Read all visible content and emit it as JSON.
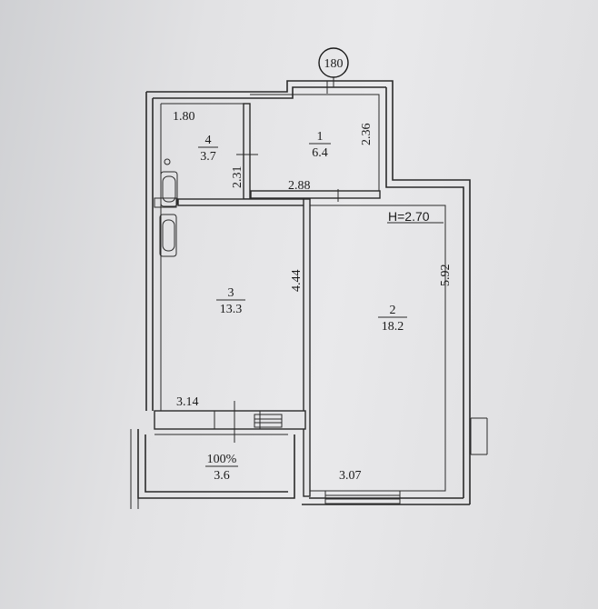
{
  "marker": "180",
  "height_label": "H=2.70",
  "rooms": [
    {
      "id": "1",
      "area": "6.4"
    },
    {
      "id": "2",
      "area": "18.2"
    },
    {
      "id": "3",
      "area": "13.3"
    },
    {
      "id": "4",
      "area": "3.7"
    },
    {
      "id": "100%",
      "area": "3.6"
    }
  ],
  "dimensions": {
    "d180": "1.80",
    "d236": "2.36",
    "d231": "2.31",
    "d288": "2.88",
    "d444": "4.44",
    "d592": "5.92",
    "d314": "3.14",
    "d307": "3.07"
  }
}
